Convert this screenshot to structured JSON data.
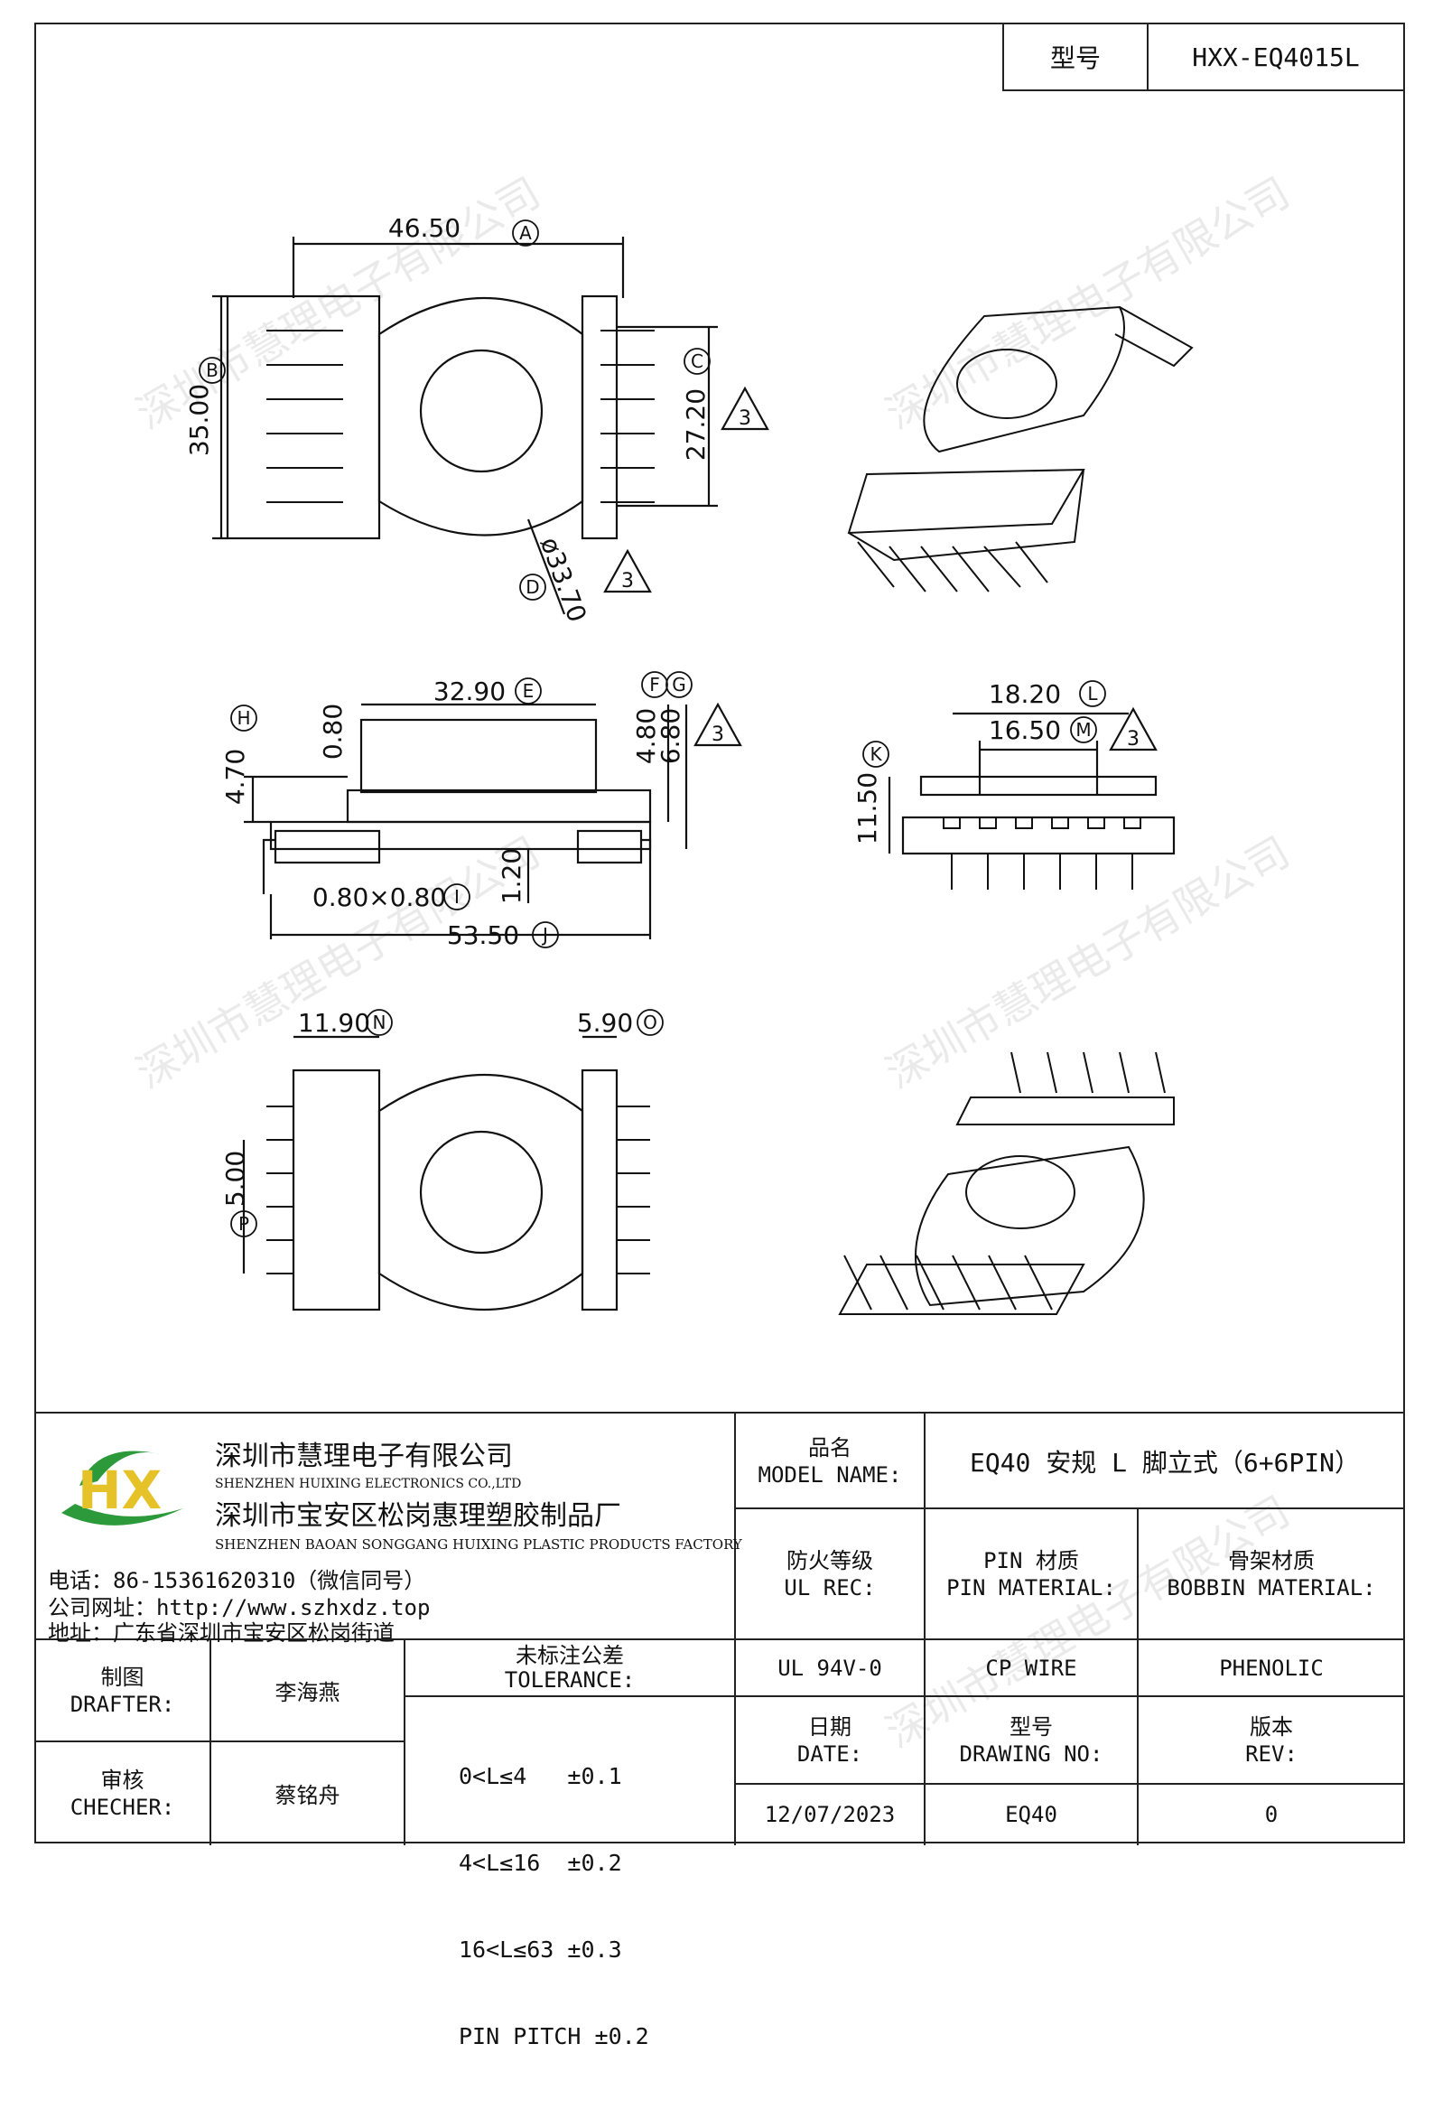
{
  "header": {
    "model_label": "型号",
    "model_value": "HXX-EQ4015L"
  },
  "dimensions": {
    "A": "46.50",
    "B": "35.00",
    "C": "27.20",
    "D": "ø33.70",
    "E": "32.90",
    "F": "4.80",
    "G": "6.80",
    "H": "4.70",
    "h1": "0.80",
    "h2": "1.20",
    "I": "0.80×0.80",
    "J": "53.50",
    "K": "11.50",
    "L": "18.20",
    "M": "16.50",
    "N": "11.90",
    "O": "5.90",
    "P": "5.00",
    "tri": "3",
    "circ": {
      "A": "A",
      "B": "B",
      "C": "C",
      "D": "D",
      "E": "E",
      "F": "F",
      "G": "G",
      "H": "H",
      "I": "I",
      "J": "J",
      "K": "K",
      "L": "L",
      "M": "M",
      "N": "N",
      "O": "O",
      "P": "P"
    }
  },
  "watermark": "深圳市慧理电子有限公司",
  "company": {
    "logo_text": "HX",
    "name_cn": "深圳市慧理电子有限公司",
    "name_en": "SHENZHEN HUIXING ELECTRONICS CO.,LTD",
    "factory_cn": "深圳市宝安区松岗惠理塑胶制品厂",
    "factory_en": "SHENZHEN BAOAN SONGGANG HUIXING PLASTIC PRODUCTS FACTORY",
    "phone": "电话：86-15361620310（微信同号）",
    "website": "公司网址：http://www.szhxdz.top",
    "address": "地址：广东省深圳市宝安区松岗街道"
  },
  "title_block": {
    "product_label_cn": "品名",
    "product_label_en": "MODEL NAME:",
    "product_value": "EQ40 安规 L 脚立式（6+6PIN）",
    "ul_label_cn": "防火等级",
    "ul_label_en": "UL REC:",
    "pin_label_cn": "PIN 材质",
    "pin_label_en": "PIN MATERIAL:",
    "bobbin_label_cn": "骨架材质",
    "bobbin_label_en": "BOBBIN MATERIAL:",
    "ul_value": "UL 94V-0",
    "pin_value": "CP WIRE",
    "bobbin_value": "PHENOLIC",
    "date_label_cn": "日期",
    "date_label_en": "DATE:",
    "drawno_label_cn": "型号",
    "drawno_label_en": "DRAWING NO:",
    "rev_label_cn": "版本",
    "rev_label_en": "REV:",
    "date_value": "12/07/2023",
    "drawno_value": "EQ40",
    "rev_value": "0",
    "drafter_cn": "制图",
    "drafter_en": "DRAFTER:",
    "drafter_name": "李海燕",
    "checker_cn": "审核",
    "checker_en": "CHECHER:",
    "checker_name": "蔡铭舟",
    "tolerance_cn": "未标注公差",
    "tolerance_en": "TOLERANCE:",
    "tolerance_rows": [
      "0<L≤4   ±0.1",
      "4<L≤16  ±0.2",
      "16<L≤63 ±0.3",
      "PIN PITCH ±0.2"
    ]
  }
}
